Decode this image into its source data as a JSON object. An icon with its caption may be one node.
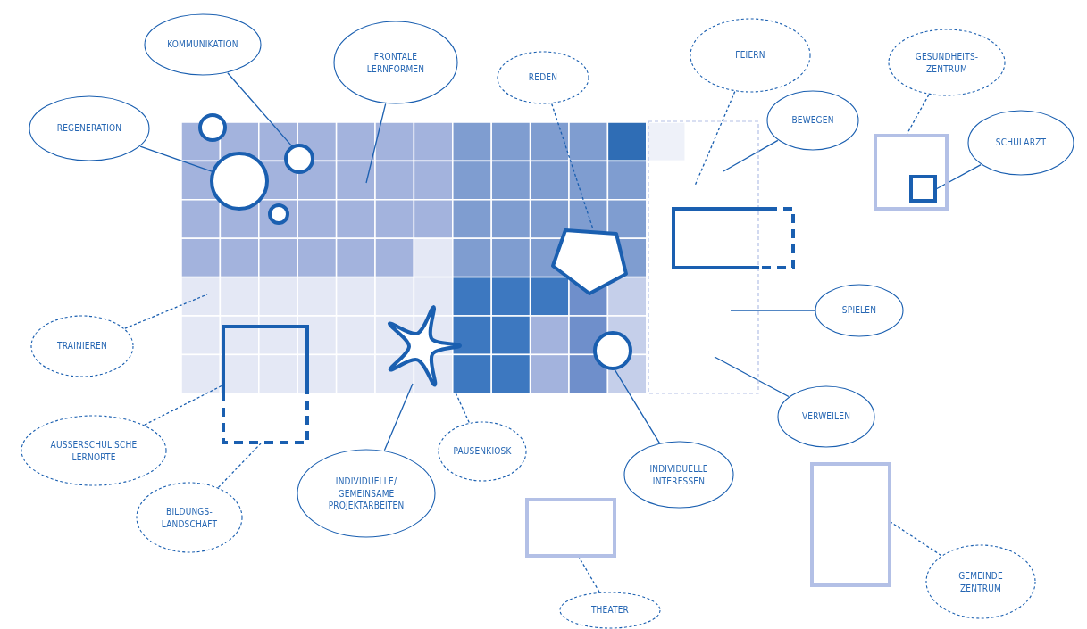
{
  "diagram": {
    "nodes": [
      {
        "text": [
          "KOMMUNIKATION"
        ]
      },
      {
        "text": [
          "FRONTALE LERNFORMEN"
        ]
      },
      {
        "text": [
          "REDEN"
        ]
      },
      {
        "text": [
          "FEIERN"
        ]
      },
      {
        "text": [
          "GESUNDHEITS- ZENTRUM"
        ]
      },
      {
        "text": [
          "REGENERATION"
        ]
      },
      {
        "text": [
          "BEWEGEN"
        ]
      },
      {
        "text": [
          "SCHULARZT"
        ]
      },
      {
        "text": [
          "SPIELEN"
        ]
      },
      {
        "text": [
          "TRAINIEREN"
        ]
      },
      {
        "text": [
          "VERWEILEN"
        ]
      },
      {
        "text": [
          "AUSSERSCHULISCHE LERNORTE"
        ]
      },
      {
        "text": [
          "INDIVIDUELLE/ GEMEINSAME PROJEKTARBEITEN"
        ]
      },
      {
        "text": [
          "PAUSENKIOSK"
        ]
      },
      {
        "text": [
          "INDIVIDUELLE INTERESSEN"
        ]
      },
      {
        "text": [
          "BILDUNGS- LANDSCHAFT"
        ]
      },
      {
        "text": [
          "THEATER"
        ]
      },
      {
        "text": [
          "GEMEINDE ZENTRUM"
        ]
      },
      {
        "text": [],
        "shape": "circle"
      },
      {
        "text": [],
        "shape": "circle"
      },
      {
        "text": [],
        "shape": "circle"
      },
      {
        "text": [],
        "shape": "circle"
      },
      {
        "text": [],
        "shape": "box"
      },
      {
        "text": [],
        "shape": "box"
      },
      {
        "text": [],
        "shape": "pentagon"
      },
      {
        "text": [],
        "shape": "box"
      },
      {
        "text": [],
        "shape": "star"
      },
      {
        "text": [],
        "shape": "circle"
      },
      {
        "text": [],
        "shape": "box"
      },
      {
        "text": [],
        "shape": "box",
        "in": 28
      },
      {
        "text": [],
        "shape": "box"
      },
      {
        "text": [],
        "shape": "box"
      }
    ],
    "edges": [
      {
        "from": 0,
        "to": 20,
        "arrow": "none"
      },
      {
        "from": 1,
        "to": null,
        "arrow": "none"
      },
      {
        "from": 2,
        "to": 24,
        "arrow": "none",
        "style": "dashed"
      },
      {
        "from": 3,
        "to": 22,
        "arrow": "none",
        "style": "dashed"
      },
      {
        "from": 4,
        "to": 28,
        "arrow": "none",
        "style": "dashed"
      },
      {
        "from": 5,
        "to": 19,
        "arrow": "none"
      },
      {
        "from": 6,
        "to": 22,
        "arrow": "none"
      },
      {
        "from": 7,
        "to": 29,
        "arrow": "none"
      },
      {
        "from": 8,
        "to": 22,
        "arrow": "none"
      },
      {
        "from": 9,
        "to": null,
        "arrow": "none",
        "style": "dashed"
      },
      {
        "from": 10,
        "to": 22,
        "arrow": "none"
      },
      {
        "from": 11,
        "to": 25,
        "arrow": "none",
        "style": "dashed"
      },
      {
        "from": 12,
        "to": 26,
        "arrow": "none"
      },
      {
        "from": 13,
        "to": null,
        "arrow": "none",
        "style": "dashed"
      },
      {
        "from": 14,
        "to": 27,
        "arrow": "none"
      },
      {
        "from": 15,
        "to": 25,
        "arrow": "none",
        "style": "dashed"
      },
      {
        "from": 16,
        "to": 30,
        "arrow": "none",
        "style": "dashed"
      },
      {
        "from": 17,
        "to": 31,
        "arrow": "none",
        "style": "dashed"
      }
    ]
  }
}
